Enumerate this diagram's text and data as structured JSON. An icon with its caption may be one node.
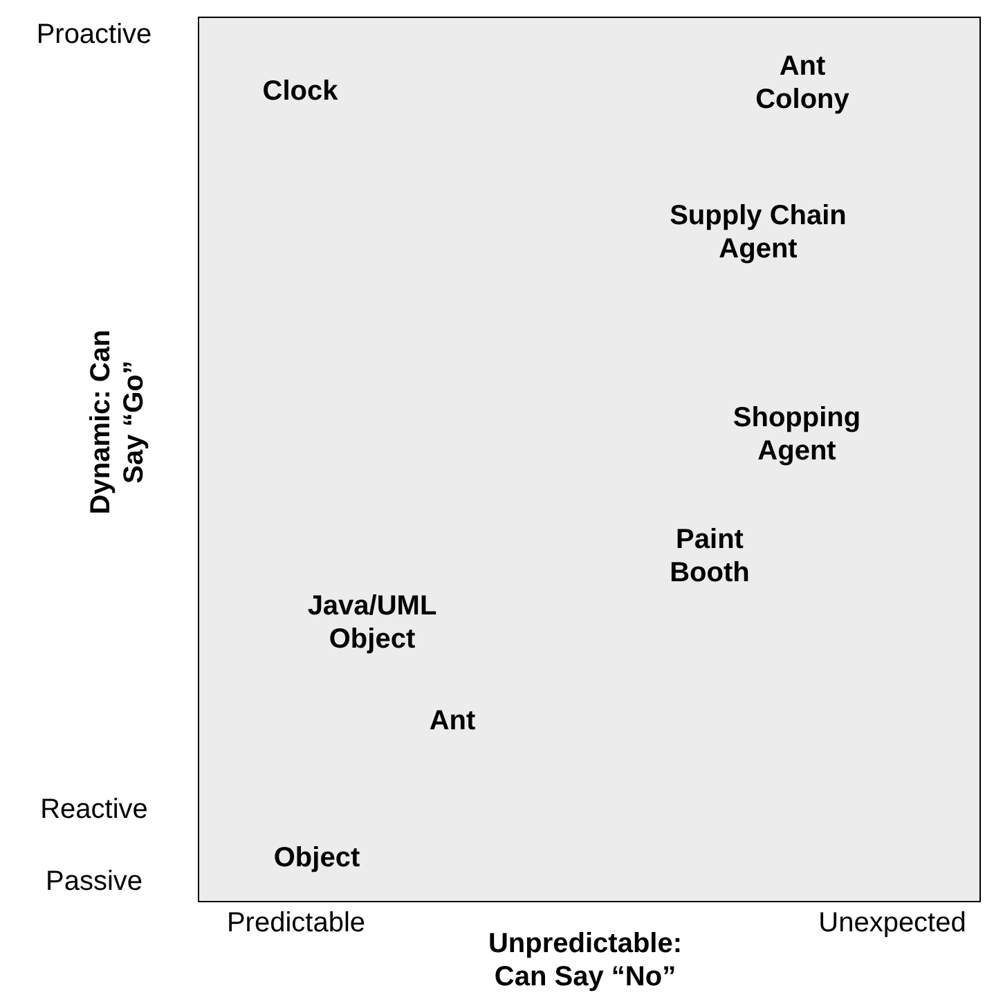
{
  "diagram": {
    "labels": [
      "Proactive",
      "Clock",
      "Ant Colony",
      "Supply Chain Agent",
      "Dynamic: Can Say “Go”",
      "Shopping Agent",
      "Paint Booth",
      "Java/UML Object",
      "Ant",
      "Reactive",
      "Object",
      "Passive",
      "Predictable",
      "Unexpected",
      "Unpredictable: Can Say “No”"
    ]
  }
}
